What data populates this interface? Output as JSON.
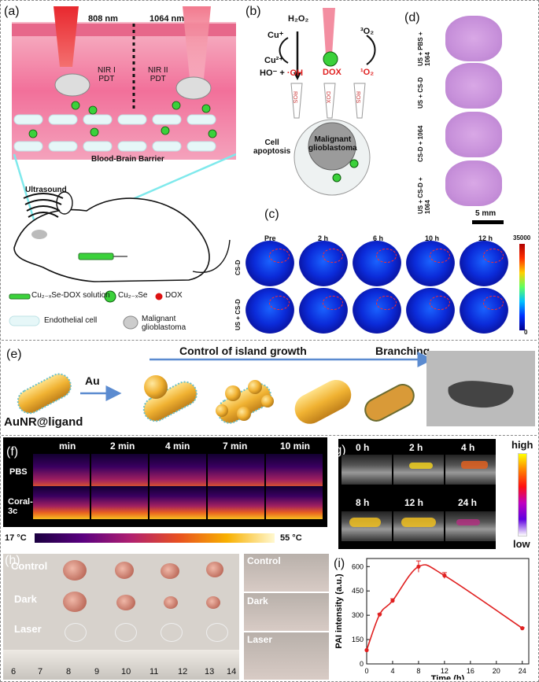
{
  "panels": {
    "a": "(a)",
    "b": "(b)",
    "c": "(c)",
    "d": "(d)",
    "e": "(e)",
    "f": "(f)",
    "g": "(g)",
    "h": "(h)",
    "i": "(i)"
  },
  "a": {
    "laser_808": "808 nm",
    "laser_1064": "1064 nm",
    "nir1": "NIR I\nPDT",
    "nir2": "NIR II\nPDT",
    "bbb": "Blood-Brain Barrier",
    "ultrasound": "Ultrasound",
    "legend_solution": "Cu₂₋ₓSe-DOX solution",
    "legend_np": "Cu₂₋ₓSe",
    "legend_dox": "DOX",
    "legend_endo": "Endothelial cell",
    "legend_glio": "Malignant\nglioblastoma"
  },
  "b": {
    "h2o2": "H₂O₂",
    "cu_plus": "Cu⁺",
    "cu2_plus": "Cu²⁺",
    "o2_triplet": "³O₂",
    "ho_minus": "HO⁻ + ",
    "oh_radical": "·OH",
    "dox": "DOX",
    "o2_singlet": "¹O₂",
    "ros1": "ROS",
    "dox2": "DOX",
    "ros3": "ROS",
    "cell_apoptosis": "Cell\napoptosis",
    "glioblastoma": "Malignant\nglioblastoma"
  },
  "c": {
    "cols": [
      "Pre",
      "2 h",
      "6 h",
      "10 h",
      "12 h"
    ],
    "rows": [
      "CS-D",
      "US + CS-D"
    ],
    "scale_max": "35000",
    "scale_min": "0"
  },
  "d": {
    "rows": [
      "US + PBS + 1064",
      "US + CS-D",
      "CS-D + 1064",
      "US + CS-D + 1064"
    ],
    "scalebar": "5 mm"
  },
  "e": {
    "au": "Au",
    "growth": "Control of island growth",
    "branching": "Branching",
    "aunr": "AuNR@ligand"
  },
  "f": {
    "cols": [
      "min",
      "2 min",
      "4 min",
      "7 min",
      "10 min"
    ],
    "rows": [
      "PBS",
      "Coral-\n3c"
    ],
    "temp_min": "17 °C",
    "temp_max": "55 °C"
  },
  "g": {
    "times": [
      "0 h",
      "2 h",
      "4 h",
      "8 h",
      "12 h",
      "24 h"
    ],
    "high": "high",
    "low": "low"
  },
  "h": {
    "rows": [
      "Control",
      "Dark",
      "Laser"
    ],
    "mice": [
      "Control",
      "Dark",
      "Laser"
    ],
    "ruler": [
      "6",
      "7",
      "8",
      "9",
      "10",
      "11",
      "12",
      "13",
      "14"
    ]
  },
  "chart_data": {
    "type": "line",
    "ylabel": "PAI intensity (a.u.)",
    "xlabel": "Time (h)",
    "xlim": [
      0,
      25
    ],
    "ylim": [
      0,
      650
    ],
    "xticks": [
      0,
      4,
      8,
      12,
      16,
      20,
      24
    ],
    "yticks": [
      0,
      150,
      300,
      450,
      600
    ],
    "points": [
      {
        "x": 0,
        "y": 85,
        "err": 0
      },
      {
        "x": 2,
        "y": 305,
        "err": 5
      },
      {
        "x": 4,
        "y": 390,
        "err": 12
      },
      {
        "x": 8,
        "y": 600,
        "err": 35
      },
      {
        "x": 12,
        "y": 545,
        "err": 18
      },
      {
        "x": 24,
        "y": 220,
        "err": 4
      }
    ],
    "color": "#e02020"
  }
}
